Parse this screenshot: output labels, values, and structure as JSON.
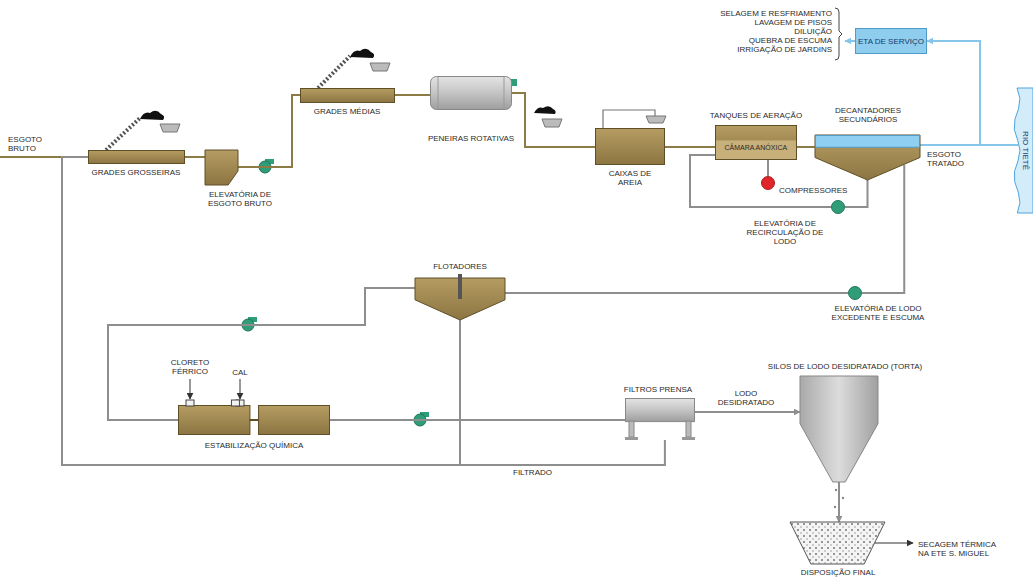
{
  "diagram": {
    "nodes": [
      {
        "text": [
          "GRADES GROSSEIRAS"
        ]
      },
      {
        "text": [
          "ELEVATÓRIA DE ESGOTO BRUTO"
        ]
      },
      {
        "text": [
          "GRADES MÉDIAS"
        ]
      },
      {
        "text": [
          "PENEIRAS ROTATIVAS"
        ]
      },
      {
        "text": [
          "CAIXAS DE AREIA"
        ]
      },
      {
        "text": [
          "TANQUES DE AERAÇÃO",
          "CÂMARA ANÓXICA"
        ]
      },
      {
        "text": [
          "COMPRESSORES"
        ]
      },
      {
        "text": [
          "DECANTADORES SECUNDÁRIOS"
        ]
      },
      {
        "text": [
          "ELEVATÓRIA DE RECIRCULAÇÃO DE LODO"
        ]
      },
      {
        "text": [
          "ETA DE SERVIÇO"
        ]
      },
      {
        "text": [
          "RIO TIETÊ"
        ]
      },
      {
        "text": [
          "ELEVATÓRIA DE LODO EXCEDENTE E ESCUMA"
        ]
      },
      {
        "text": [
          "FLOTADORES"
        ]
      },
      {
        "text": [
          "ESTABILIZAÇÃO QUÍMICA"
        ]
      },
      {
        "text": [
          "FILTROS PRENSA"
        ]
      },
      {
        "text": [
          "SILOS DE LODO DESIDRATADO (TORTA)"
        ]
      },
      {
        "text": [
          "DISPOSIÇÃO FINAL"
        ]
      },
      {
        "text": [
          "SECAGEM TÉRMICA NA ETE S. MIGUEL"
        ]
      }
    ],
    "edges": [
      {
        "from": 0,
        "to": 1,
        "arrow": "none"
      },
      {
        "from": 1,
        "to": 2,
        "arrow": "none"
      },
      {
        "from": 2,
        "to": 3,
        "arrow": "none"
      },
      {
        "from": 3,
        "to": 4,
        "arrow": "none"
      },
      {
        "from": 4,
        "to": 5,
        "arrow": "none"
      },
      {
        "from": 5,
        "to": 7,
        "arrow": "none"
      },
      {
        "from": 6,
        "to": 5,
        "arrow": "none"
      },
      {
        "from": 7,
        "to": 8,
        "arrow": "none"
      },
      {
        "from": 8,
        "to": 5,
        "arrow": "none"
      },
      {
        "from": 7,
        "to": 10,
        "label": "ESGOTO TRATADO",
        "arrow": "none"
      },
      {
        "from": 7,
        "to": 9,
        "arrow": "to"
      },
      {
        "from": 7,
        "to": 11,
        "arrow": "none"
      },
      {
        "from": 11,
        "to": 12,
        "arrow": "none"
      },
      {
        "from": 12,
        "to": 13,
        "arrow": "none"
      },
      {
        "from": 12,
        "to": 0,
        "arrow": "none"
      },
      {
        "from": 13,
        "to": 14,
        "arrow": "none"
      },
      {
        "from": 14,
        "to": 0,
        "label": "FILTRADO",
        "arrow": "none"
      },
      {
        "from": 14,
        "to": 15,
        "label": "LODO DESIDRATADO",
        "arrow": "to"
      },
      {
        "from": 15,
        "to": 16,
        "arrow": "to"
      },
      {
        "from": 16,
        "to": 17,
        "arrow": "to"
      }
    ],
    "labels": [
      "ESGOTO BRUTO",
      "SELAGEM E RESFRIAMENTO",
      "LAVAGEM DE PISOS",
      "DILUIÇÃO",
      "QUEBRA DE ESCUMA",
      "IRRIGAÇÃO DE JARDINS",
      "CLORETO FÉRRICO",
      "CAL"
    ]
  }
}
